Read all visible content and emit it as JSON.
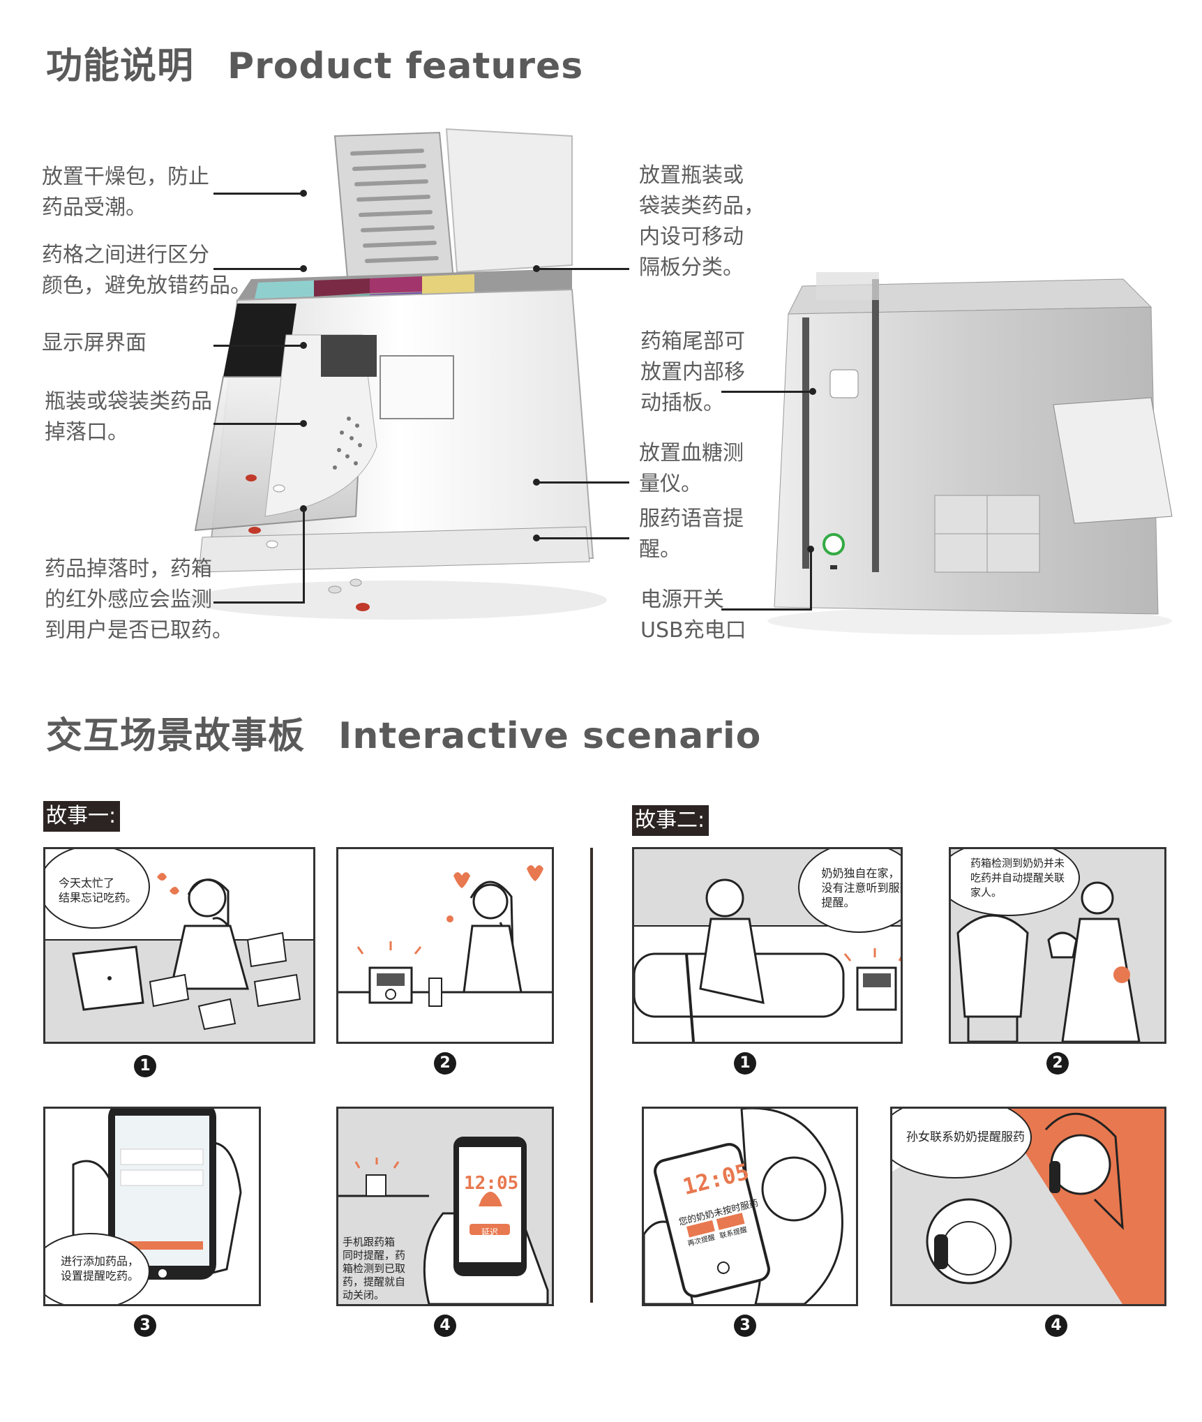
{
  "section1": {
    "title_cn": "功能说明",
    "title_en": "Product features"
  },
  "features_left": [
    "放置干燥包，防止\n药品受潮。",
    "药格之间进行区分\n颜色，避免放错药品。",
    "显示屏界面",
    "瓶装或袋装类药品\n掉落口。",
    "药品掉落时，药箱\n的红外感应会监测\n到用户是否已取药。"
  ],
  "features_right": [
    "放置瓶装或\n袋装类药品，\n内设可移动\n隔板分类。",
    "药箱尾部可\n放置内部移\n动插板。",
    "放置血糖测\n量仪。",
    "服药语音提\n醒。",
    "电源开关",
    "USB充电口"
  ],
  "section2": {
    "title_cn": "交互场景故事板",
    "title_en": "Interactive scenario"
  },
  "story1": {
    "tag": "故事一:",
    "bubbles": [
      "今天太忙了\n结果忘记吃药。",
      "进行添加药品，\n设置提醒吃药。",
      "手机跟药箱\n同时提醒，药\n箱检测到已取\n药，提醒就自\n动关闭。"
    ],
    "phone_time": "12:05",
    "phone_button": "延迟",
    "numbers": [
      "1",
      "2",
      "3",
      "4"
    ]
  },
  "story2": {
    "tag": "故事二:",
    "bubbles": [
      "奶奶独自在家，\n没有注意听到服药\n提醒。",
      "药箱检测到奶奶并未\n吃药并自动提醒关联\n家人。",
      "孙女联系奶奶提醒服药"
    ],
    "phone_time": "12:05",
    "phone_text": "您的奶奶未按时服药",
    "phone_buttons": [
      "再次提醒",
      "联系提醒"
    ],
    "numbers": [
      "1",
      "2",
      "3",
      "4"
    ]
  },
  "colors": {
    "accent": "#e8784f",
    "panel_gray": "#dcdcdc",
    "text": "#5c5c5c",
    "pill_red": "#c0392b"
  }
}
